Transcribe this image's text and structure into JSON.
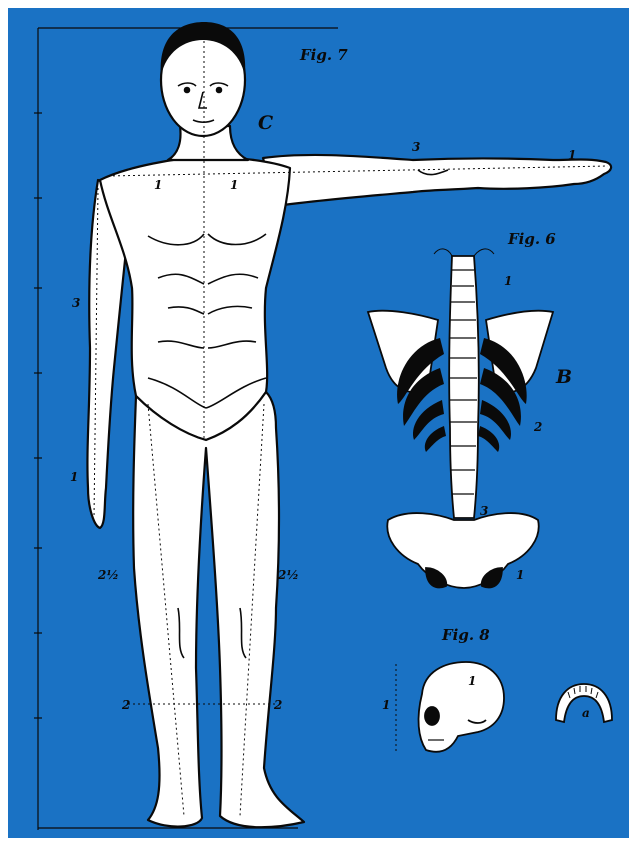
{
  "colors": {
    "background": "#1a72c4",
    "figure_fill": "#ffffff",
    "ink": "#0a0a0a"
  },
  "figures": {
    "fig7": {
      "caption": "Fig. 7",
      "letter": "C"
    },
    "fig6": {
      "caption": "Fig. 6",
      "letter": "B"
    },
    "fig8": {
      "caption": "Fig. 8"
    }
  },
  "labels": {
    "arm_3": "3",
    "hand_1": "1",
    "chest_left_1": "1",
    "chest_right_1": "1",
    "side_3": "3",
    "side_1": "1",
    "knee_left": "2½",
    "knee_right": "2½",
    "shin_left": "2",
    "shin_right": "2",
    "spine_1": "1",
    "spine_2": "2",
    "pelvis_3": "3",
    "pelvis_1": "1",
    "skull_1": "1",
    "skull_inner_1": "1",
    "jaw_a": "a"
  }
}
